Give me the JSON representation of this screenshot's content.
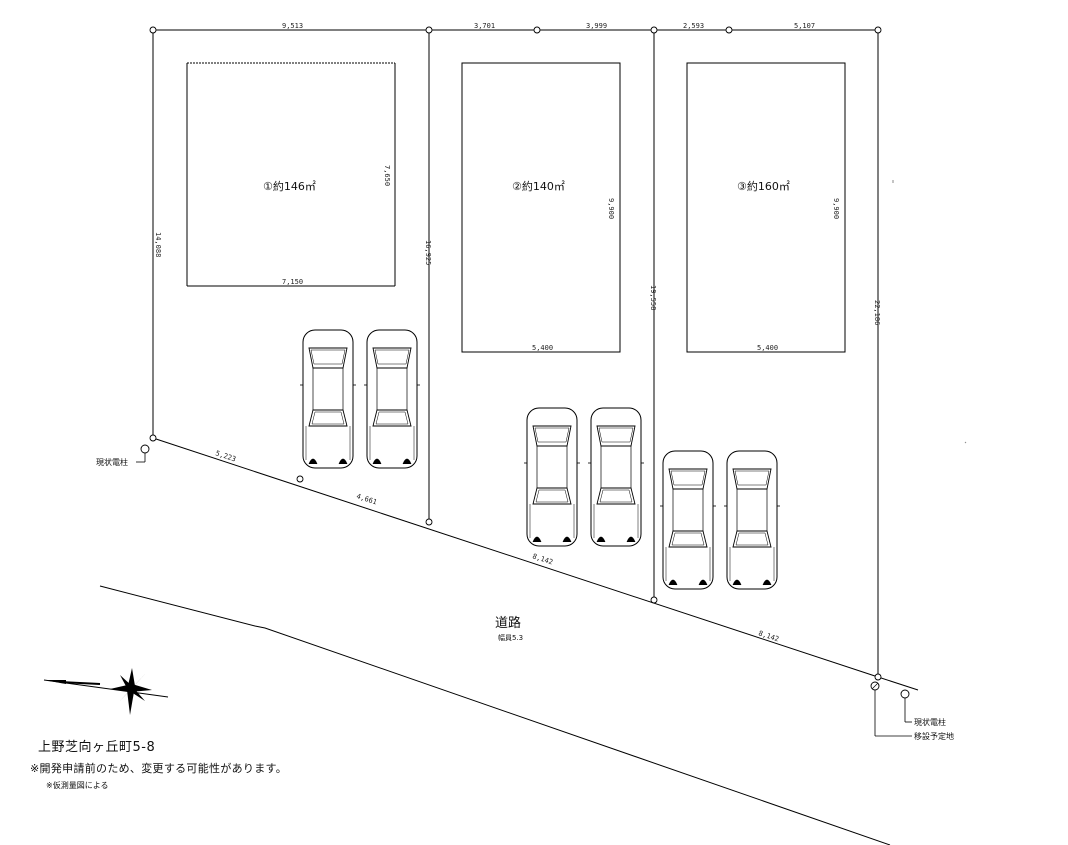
{
  "frontage": {
    "top_dims": [
      "9,513",
      "3,701",
      "3,999",
      "2,593",
      "5,107"
    ],
    "side_dims": [
      "14,088",
      "16,925",
      "19,558",
      "22,186"
    ],
    "road_edge_dims": [
      "5,223",
      "4,661",
      "8,142",
      "8,142"
    ]
  },
  "lots": [
    {
      "label": "①約146㎡",
      "width_dim": "7,150",
      "depth_dim": "7,650"
    },
    {
      "label": "②約140㎡",
      "width_dim": "5,400",
      "depth_dim": "9,900"
    },
    {
      "label": "③約160㎡",
      "width_dim": "5,400",
      "depth_dim": "9,900"
    }
  ],
  "road": {
    "label": "道路",
    "width": "幅員5.3"
  },
  "poles": {
    "left": "現状電柱",
    "right_current": "現状電柱",
    "right_planned": "移設予定地"
  },
  "address": "上野芝向ヶ丘町5-8",
  "notes": {
    "disclaimer": "※開発申請前のため、変更する可能性があります。",
    "source": "※仮測量図による"
  },
  "colors": {
    "line": "#000000",
    "background": "#ffffff"
  },
  "icons": [
    "compass-icon",
    "car-icon",
    "utility-pole-icon"
  ]
}
